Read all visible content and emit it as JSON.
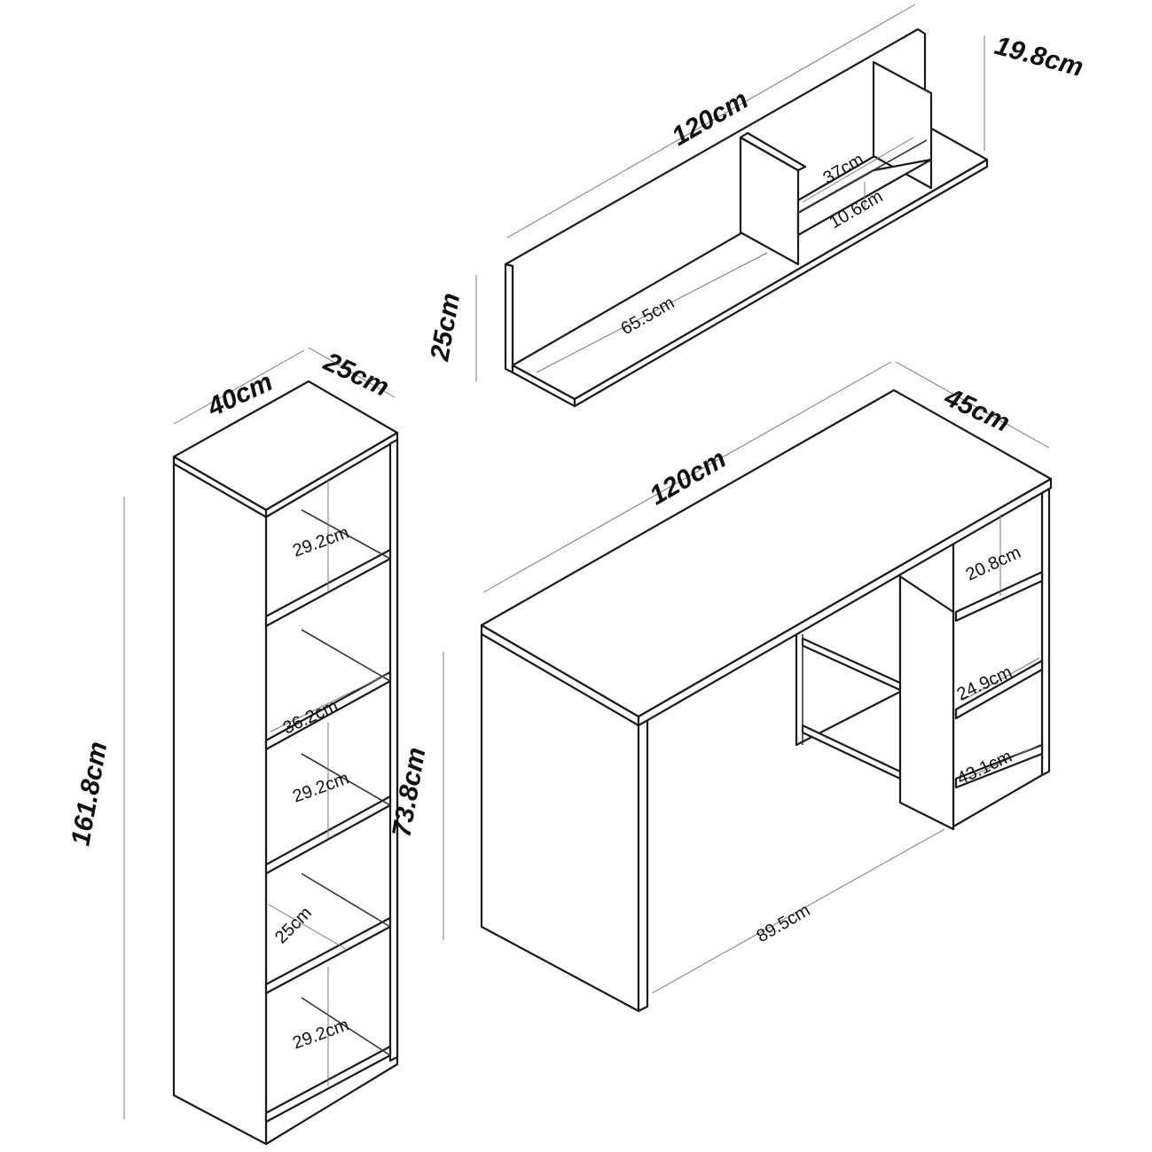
{
  "wall_shelf": {
    "width": "120cm",
    "depth": "19.8cm",
    "height": "25cm",
    "left_compartment": "65.5cm",
    "right_compartment_width": "37cm",
    "right_compartment_height": "10.6cm"
  },
  "bookcase": {
    "width": "40cm",
    "depth": "25cm",
    "height": "161.8cm",
    "shelf_height_1": "29.2cm",
    "inner_width": "36.2cm",
    "shelf_height_2": "29.2cm",
    "inner_depth": "25cm",
    "shelf_height_3": "29.2cm"
  },
  "desk": {
    "width": "120cm",
    "depth": "45cm",
    "height": "73.8cm",
    "shelf_height_1": "20.8cm",
    "shelf_height_2": "24.9cm",
    "shelf_depth": "43.1cm",
    "knee_space": "89.5cm"
  }
}
